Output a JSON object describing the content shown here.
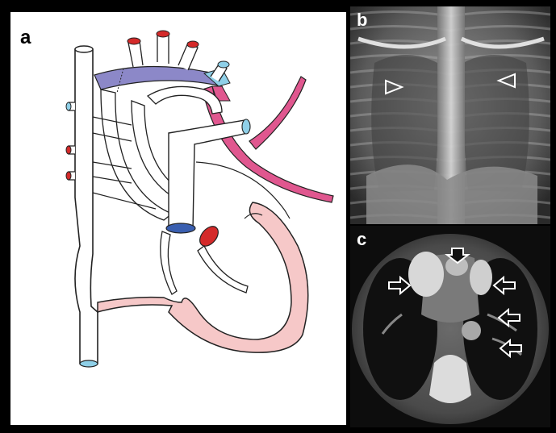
{
  "panels": {
    "a": {
      "letter": "a"
    },
    "b": {
      "letter": "b"
    },
    "c": {
      "letter": "c"
    }
  },
  "colors": {
    "vein_blue": "#8fd0e8",
    "artery_red": "#d42a2a",
    "pink_vessel": "#e0578f",
    "purple_arch": "#8c88c8",
    "ventricle_pink": "#f6c8c8",
    "valve_blue": "#3a5fb0",
    "outline": "#222222"
  }
}
